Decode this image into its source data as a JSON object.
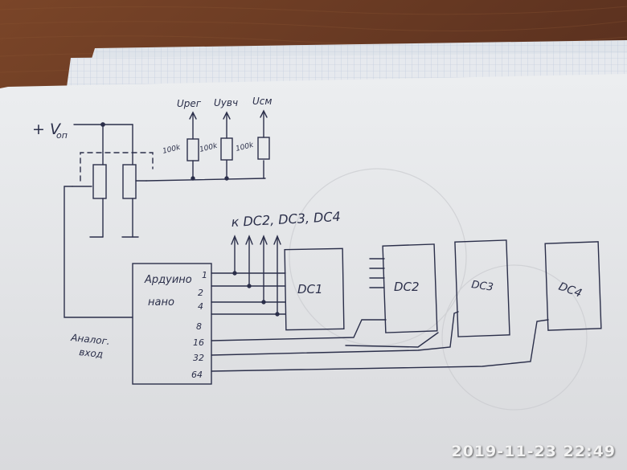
{
  "timestamp": "2019-11-23 22:49",
  "colors": {
    "table": "#6b3a22",
    "paper": "#e8e8ea",
    "grid_paper": "#d7dde6",
    "ink": "#2b2f4a"
  },
  "sketch": {
    "supply_label": "+ V",
    "supply_subscript": "оп",
    "outputs": [
      "Uрег",
      "Uувч",
      "Uсм"
    ],
    "resistors": [
      "100k",
      "100k",
      "100k"
    ],
    "to_label": "к DC2, DC3, DC4",
    "mcu_label_1": "Ардуино",
    "mcu_label_2": "нано",
    "pins": [
      "1",
      "2",
      "4",
      "8",
      "16",
      "32",
      "64"
    ],
    "analog_label_1": "Аналог.",
    "analog_label_2": "вход",
    "blocks": [
      "DC1",
      "DC2",
      "DC3",
      "DC4"
    ]
  }
}
